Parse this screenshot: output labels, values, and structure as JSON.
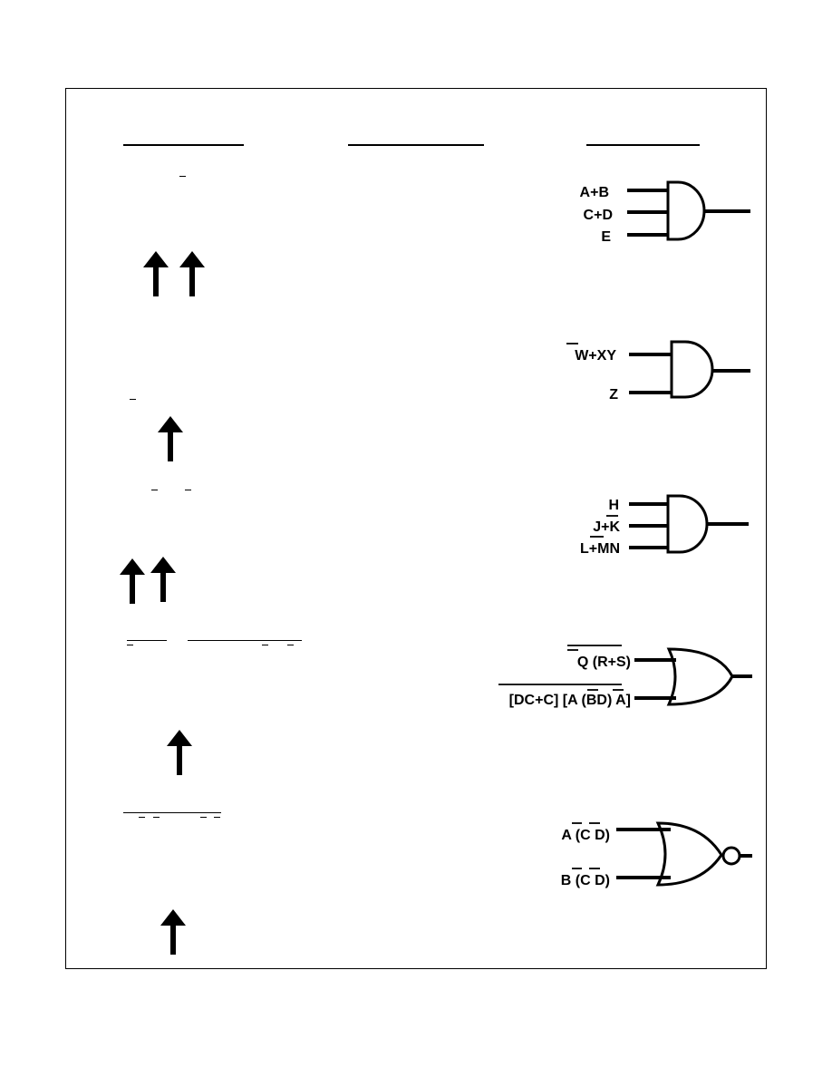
{
  "colors": {
    "ink": "#000000",
    "background": "#ffffff"
  },
  "gates": [
    {
      "type": "and",
      "inputs": [
        "A+B",
        "C+D",
        "E"
      ]
    },
    {
      "type": "and",
      "inputs": [
        "W+XY",
        "Z"
      ]
    },
    {
      "type": "and",
      "inputs": [
        "H",
        "J+K",
        "L+MN"
      ]
    },
    {
      "type": "or",
      "inputs": [
        "Q (R+S)",
        "[DC+C] [A (BD) A]"
      ]
    },
    {
      "type": "nor",
      "inputs": [
        "A (C D)",
        "B (C D)"
      ]
    }
  ],
  "icons": [
    "up-arrow-icon"
  ]
}
